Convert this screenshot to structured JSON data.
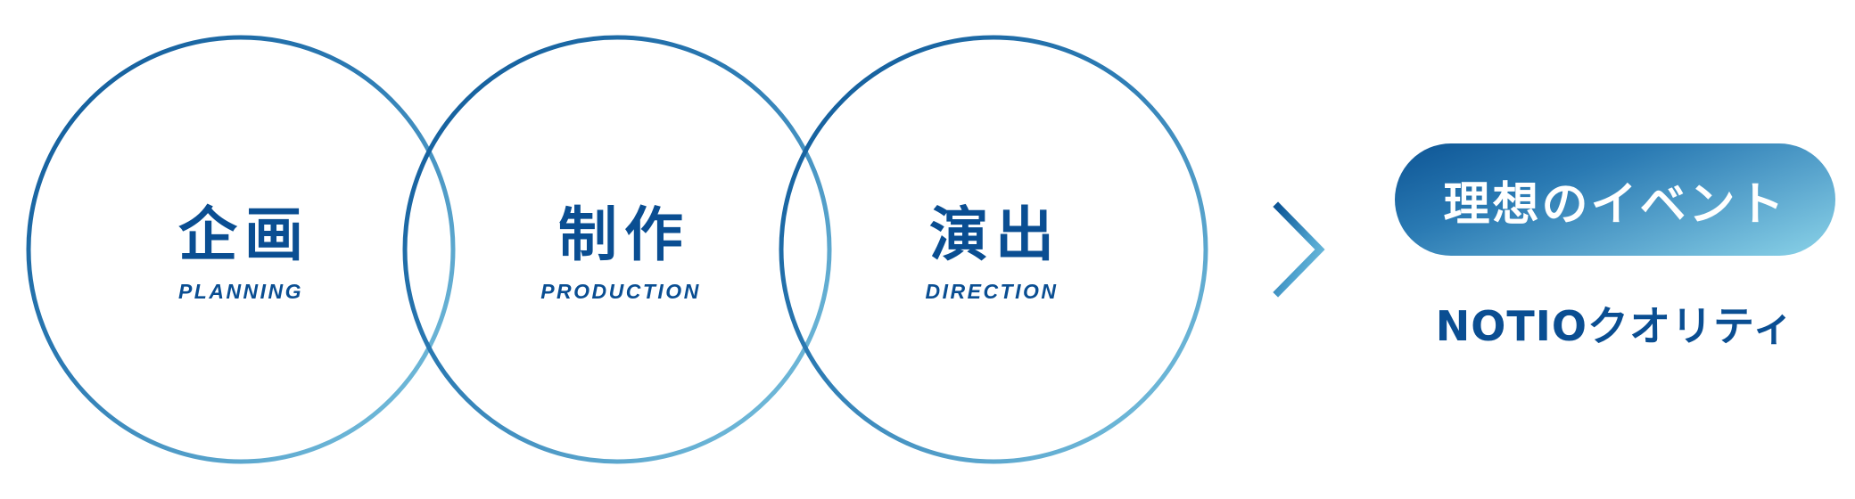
{
  "diagram": {
    "steps": [
      {
        "label_ja": "企画",
        "label_en": "PLANNING"
      },
      {
        "label_ja": "制作",
        "label_en": "PRODUCTION"
      },
      {
        "label_ja": "演出",
        "label_en": "DIRECTION"
      }
    ],
    "arrow_icon": "chevron-right-icon",
    "result": {
      "badge_label": "理想のイベント",
      "caption": "NOTIOクオリティ"
    }
  },
  "colors": {
    "text_primary": "#0A4E92",
    "gradient_start": "#0D5595",
    "gradient_end": "#8BD3E8",
    "badge_text": "#FFFFFF",
    "background": "#FFFFFF"
  }
}
